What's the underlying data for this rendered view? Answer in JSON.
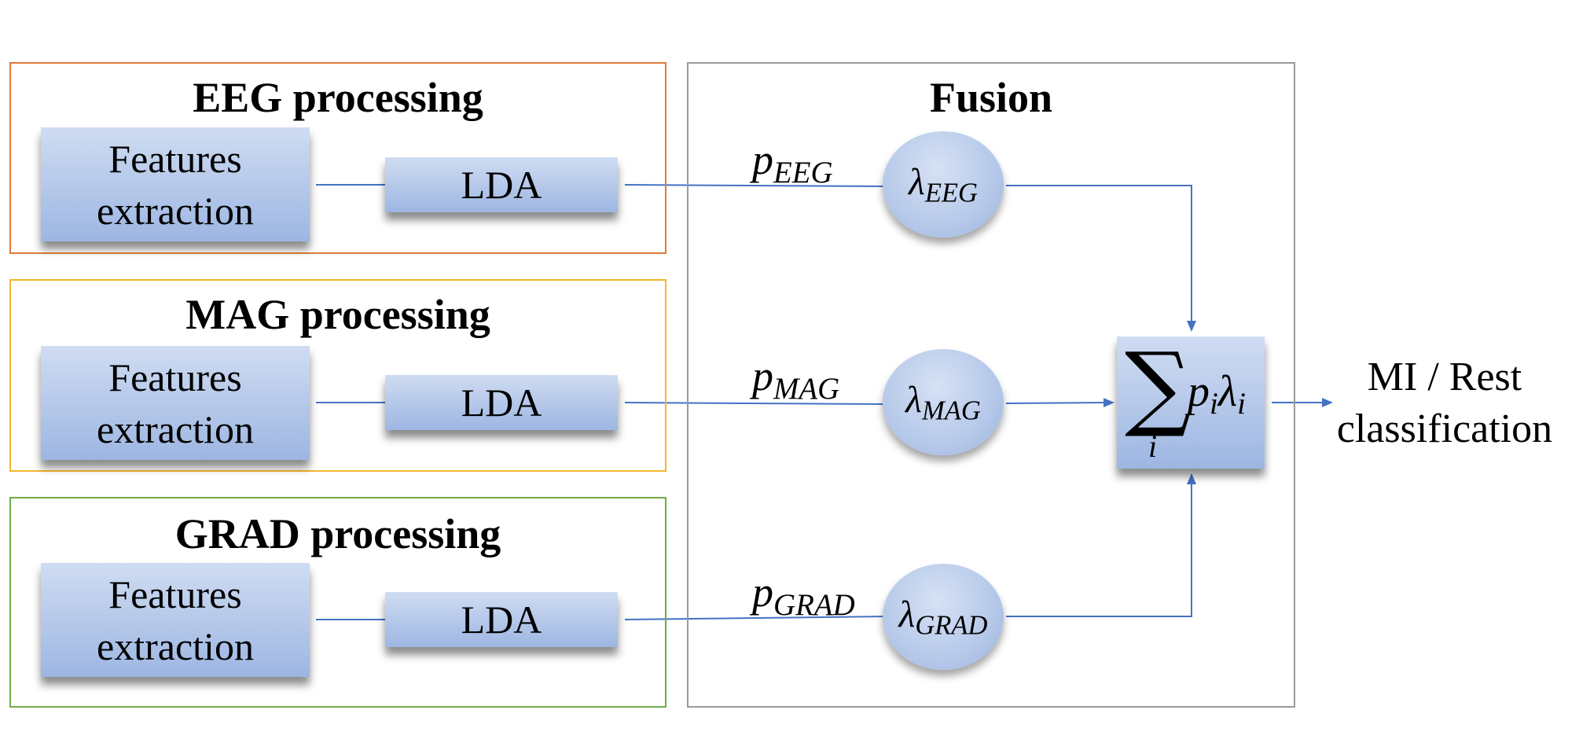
{
  "panels": {
    "eeg": {
      "title": "EEG processing",
      "border_color": "#e07b39"
    },
    "mag": {
      "title": "MAG processing",
      "border_color": "#f2b72c"
    },
    "grad": {
      "title": "GRAD processing",
      "border_color": "#70ad47"
    },
    "fusion": {
      "title": "Fusion",
      "border_color": "#9a9a9a"
    }
  },
  "blocks": {
    "features_line1": "Features",
    "features_line2": "extraction",
    "lda": "LDA"
  },
  "probabilities": {
    "symbol": "p",
    "eeg": "EEG",
    "mag": "MAG",
    "grad": "GRAD"
  },
  "weights": {
    "symbol": "λ",
    "eeg": "EEG",
    "mag": "MAG",
    "grad": "GRAD"
  },
  "sum": {
    "operator": "∑",
    "index": "i",
    "term_p": "p",
    "term_lambda": "λ",
    "term_index": "i"
  },
  "output": {
    "line1": "MI / Rest",
    "line2": "classification"
  },
  "colors": {
    "connector": "#4472c4",
    "block_fill": "#b4c7e7"
  }
}
